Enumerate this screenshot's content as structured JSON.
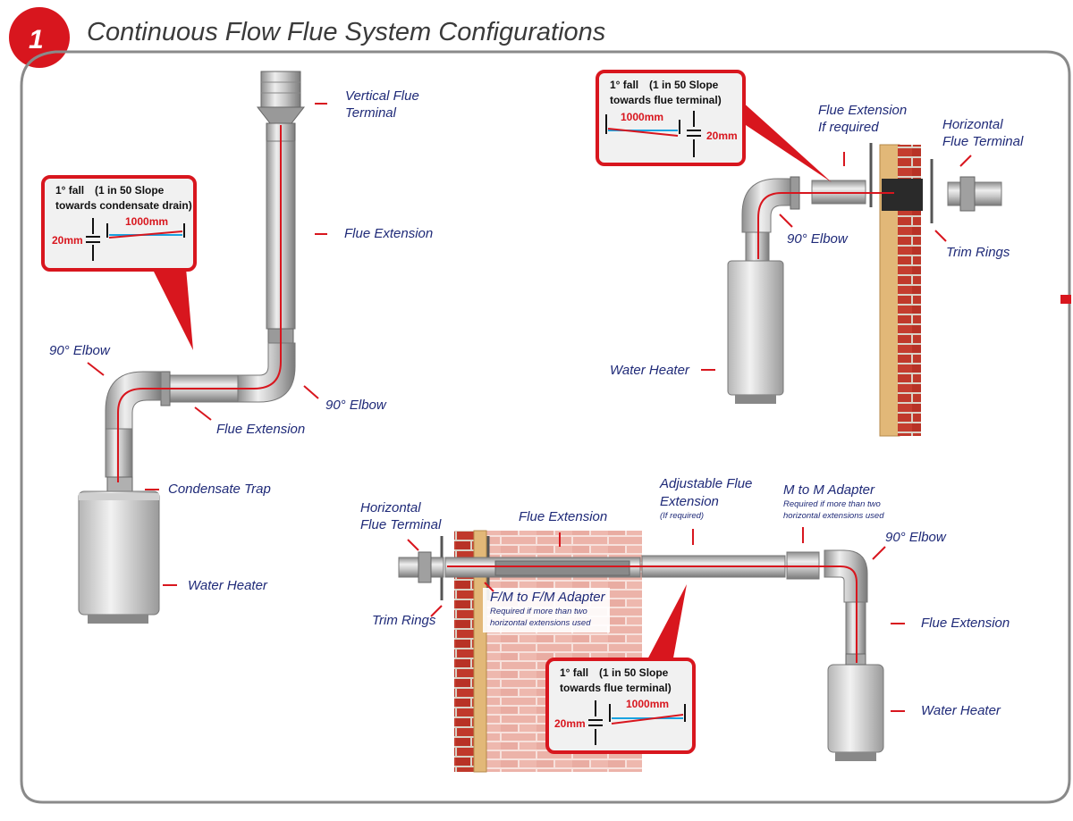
{
  "header": {
    "number": "1",
    "title": "Continuous Flow Flue System Configurations"
  },
  "callout": {
    "fall": "1° fall",
    "slope": "(1 in 50 Slope",
    "to_drain": "towards condensate drain)",
    "to_terminal": "towards flue terminal)",
    "length": "1000mm",
    "drop": "20mm"
  },
  "vertical_config": {
    "vertical_flue_terminal": [
      "Vertical Flue",
      "Terminal"
    ],
    "flue_extension_vertical": "Flue Extension",
    "elbow_left": "90° Elbow",
    "elbow_right": "90° Elbow",
    "flue_extension_horizontal": "Flue Extension",
    "condensate_trap": "Condensate Trap",
    "water_heater": "Water Heater"
  },
  "horizontal_config_top": {
    "flue_extension": [
      "Flue Extension",
      "If required"
    ],
    "horizontal_flue_terminal": [
      "Horizontal",
      "Flue Terminal"
    ],
    "elbow": "90° Elbow",
    "trim_rings": "Trim Rings",
    "water_heater": "Water Heater"
  },
  "horizontal_config_bottom": {
    "horizontal_flue_terminal": [
      "Horizontal",
      "Flue Terminal"
    ],
    "flue_extension": "Flue Extension",
    "adjustable_flue_extension": [
      "Adjustable Flue",
      "Extension"
    ],
    "adjustable_note": "(If required)",
    "m_to_m_adapter": "M to M Adapter",
    "m_to_m_note": [
      "Required if more than two",
      "horizontal extensions used"
    ],
    "elbow": "90° Elbow",
    "trim_rings": "Trim Rings",
    "fm_adapter": "F/M to F/M Adapter",
    "fm_note": [
      "Required if more than two",
      "horizontal extensions used"
    ],
    "flue_extension_vertical": "Flue Extension",
    "water_heater": "Water Heater"
  },
  "colors": {
    "accent_red": "#d8161e",
    "label_blue": "#1f2a78",
    "slope_blue": "#1aa3e0",
    "brick": "#c0392b",
    "timber": "#e2b878",
    "panel_border": "#8a8a8a"
  }
}
